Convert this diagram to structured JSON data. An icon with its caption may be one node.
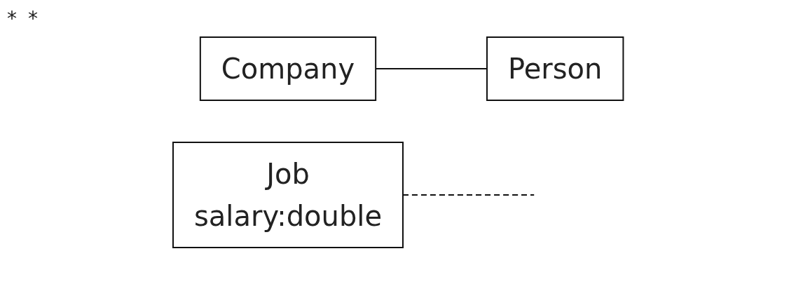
{
  "diagram": {
    "nodes": [
      {
        "text": [
          "Company"
        ]
      },
      {
        "text": [
          "Person"
        ]
      },
      {
        "text": [
          "Job",
          "salary:double"
        ]
      }
    ],
    "edges": [
      {
        "from": 0,
        "to": 1,
        "arrow": "none"
      },
      {
        "from": 2,
        "to": null,
        "arrow": "none",
        "style": "dashed"
      }
    ],
    "labels": [
      "*",
      "*"
    ]
  }
}
